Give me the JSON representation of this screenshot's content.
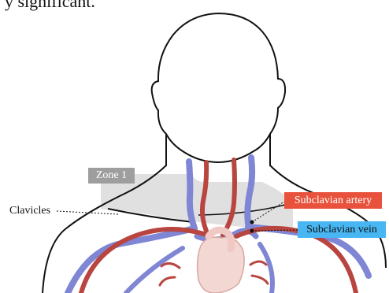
{
  "page": {
    "caption_fragment": "y significant."
  },
  "labels": {
    "zone": "Zone 1",
    "clavicles": "Clavicles",
    "artery": "Subclavian artery",
    "vein": "Subclavian vein"
  },
  "colors": {
    "zone_box": "#9e9e9e",
    "zone_fill": "#e0e0e0",
    "artery_box": "#e8523c",
    "vein_box": "#47b6f2",
    "artery": "#b8453f",
    "vein": "#7f86d4",
    "heart": "#f2d7d3",
    "outline": "#111111"
  }
}
